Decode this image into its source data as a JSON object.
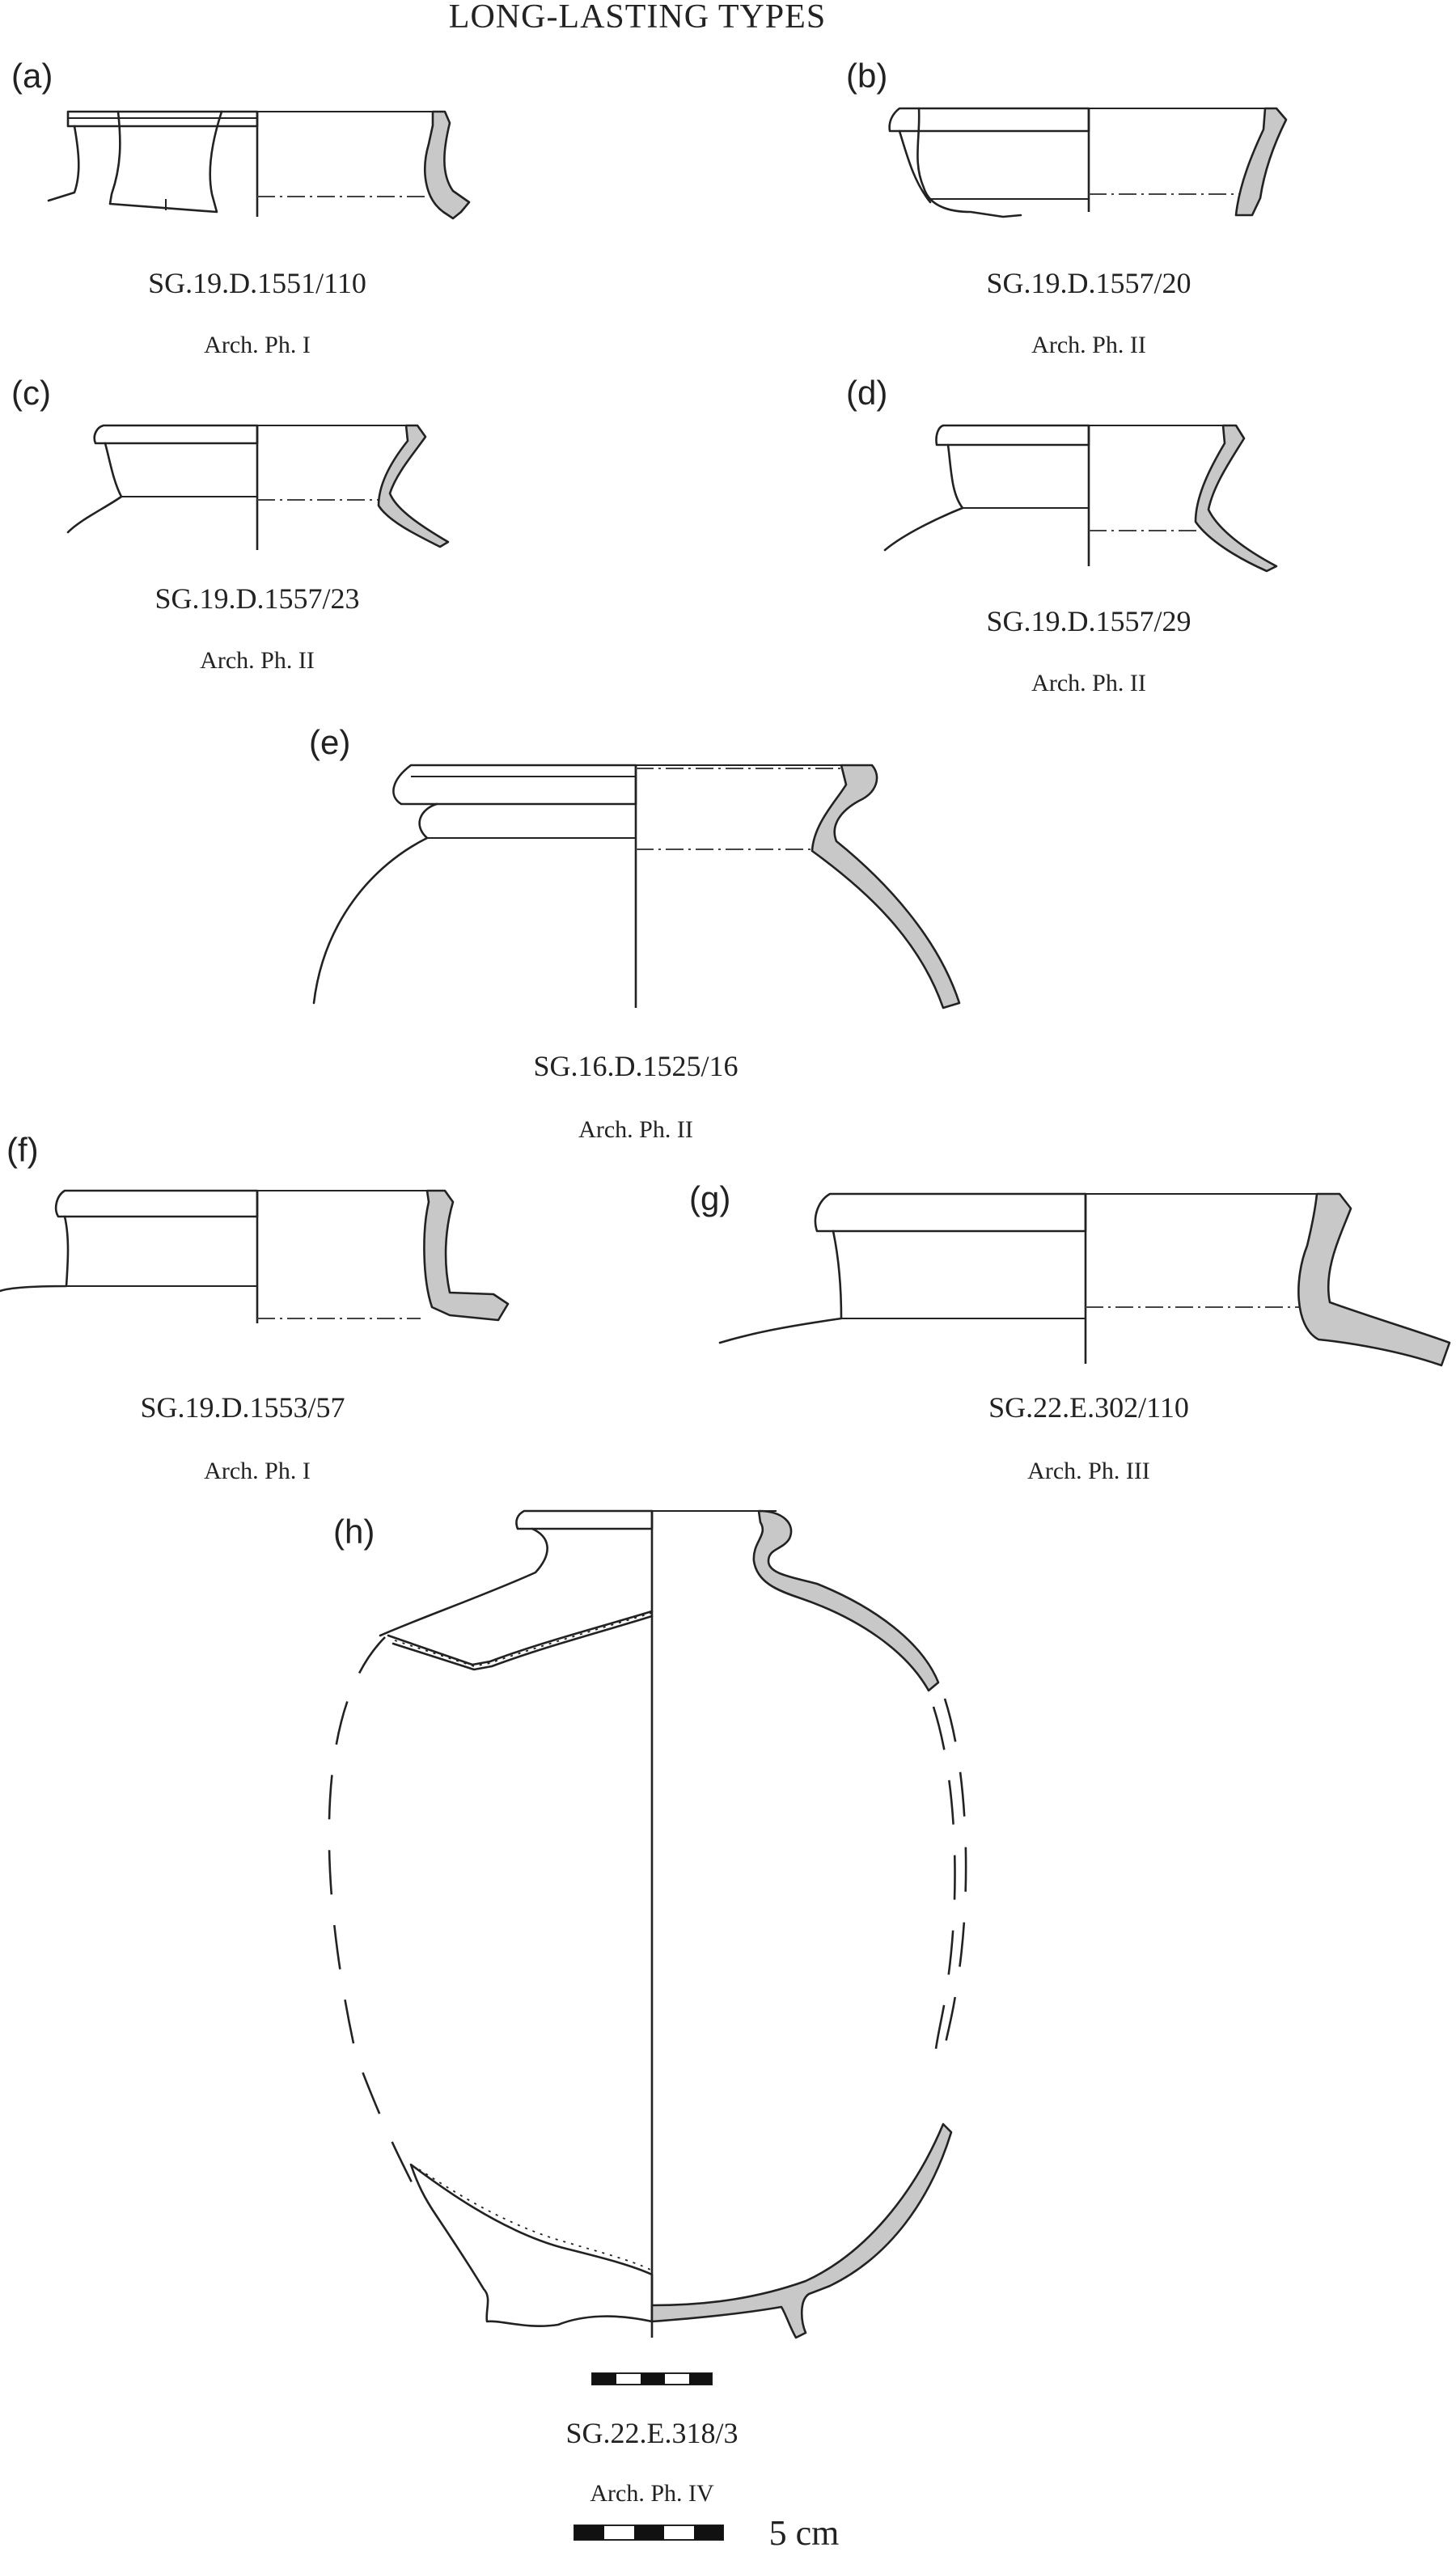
{
  "title": "LONG-LASTING TYPES",
  "vessels": [
    {
      "label": "(a)",
      "id": "SG.19.D.1551/110",
      "phase": "Arch. Ph. I"
    },
    {
      "label": "(b)",
      "id": "SG.19.D.1557/20",
      "phase": "Arch. Ph. II"
    },
    {
      "label": "(c)",
      "id": "SG.19.D.1557/23",
      "phase": "Arch. Ph. II"
    },
    {
      "label": "(d)",
      "id": "SG.19.D.1557/29",
      "phase": "Arch. Ph. II"
    },
    {
      "label": "(e)",
      "id": "SG.16.D.1525/16",
      "phase": "Arch. Ph. II"
    },
    {
      "label": "(f)",
      "id": "SG.19.D.1553/57",
      "phase": "Arch. Ph. I"
    },
    {
      "label": "(g)",
      "id": "SG.22.E.302/110",
      "phase": "Arch. Ph. III"
    },
    {
      "label": "(h)",
      "id": "SG.22.E.318/3",
      "phase": "Arch. Ph. IV"
    }
  ],
  "scale_label": "5 cm"
}
